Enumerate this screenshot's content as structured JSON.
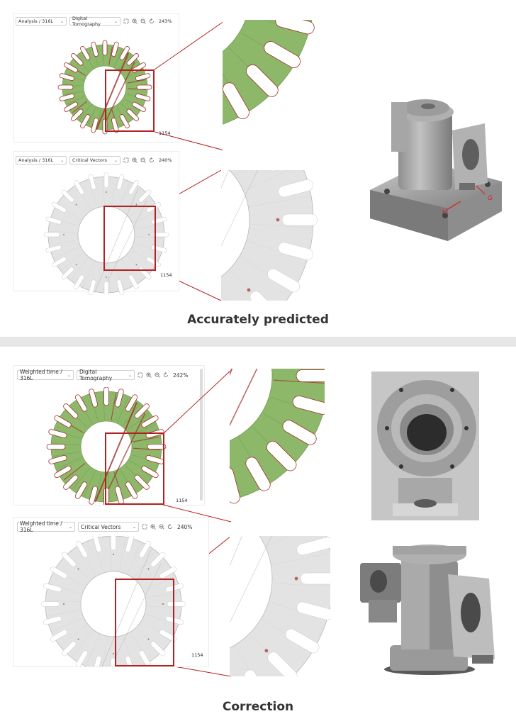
{
  "sections": [
    {
      "caption": "Accurately predicted",
      "views": [
        {
          "material": "Analysis / 316L",
          "mode": "Digital Tomography",
          "zoom": "243%",
          "part_id": "1154"
        },
        {
          "material": "Analysis / 316L",
          "mode": "Critical Vectors",
          "zoom": "240%",
          "part_id": "1154"
        }
      ],
      "photo_labels": [
        "H",
        "G"
      ]
    },
    {
      "caption": "Correction",
      "views": [
        {
          "material": "Weighted time / 316L",
          "mode": "Digital Tomography",
          "zoom": "242%",
          "part_id": "1154"
        },
        {
          "material": "Weighted time / 316L",
          "mode": "Critical Vectors",
          "zoom": "240%",
          "part_id": "1154"
        }
      ]
    }
  ],
  "colors": {
    "tomography_green": "#8db86a",
    "defect_red": "#a0302a",
    "critical_gray": "#e3e3e3",
    "highlight_box": "#b52020",
    "metal": "#9a9a9a"
  },
  "icons": [
    "fit-icon",
    "zoom-in-icon",
    "zoom-out-icon",
    "reset-icon",
    "chevron-down-icon"
  ]
}
